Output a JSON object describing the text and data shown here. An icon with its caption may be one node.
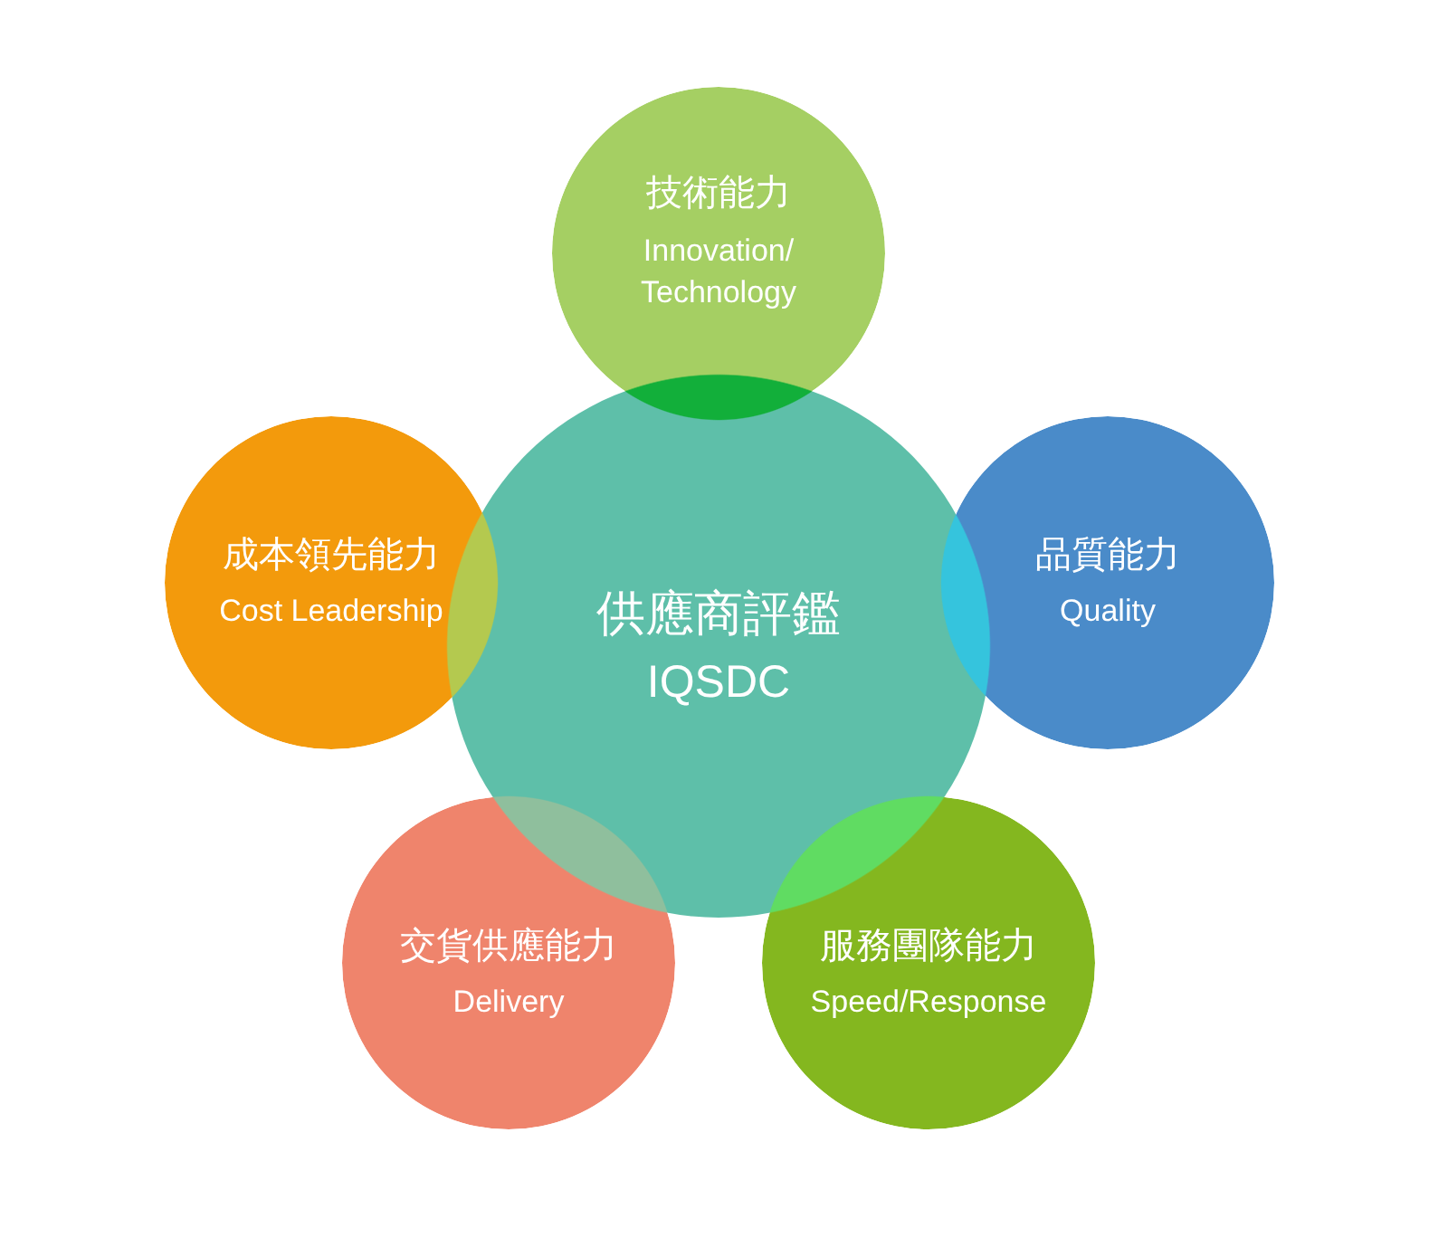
{
  "diagram": {
    "nodes": [
      {
        "text": [
          "技術能力",
          "Innovation/ Technology"
        ]
      },
      {
        "text": [
          "成本領先能力",
          "Cost Leadership"
        ]
      },
      {
        "text": [
          "供應商評鑑",
          "IQSDC"
        ]
      },
      {
        "text": [
          "品質能力",
          "Quality"
        ]
      },
      {
        "text": [
          "交貨供應能力",
          "Delivery"
        ]
      },
      {
        "text": [
          "服務團隊能力",
          "Speed/Response"
        ]
      }
    ]
  }
}
